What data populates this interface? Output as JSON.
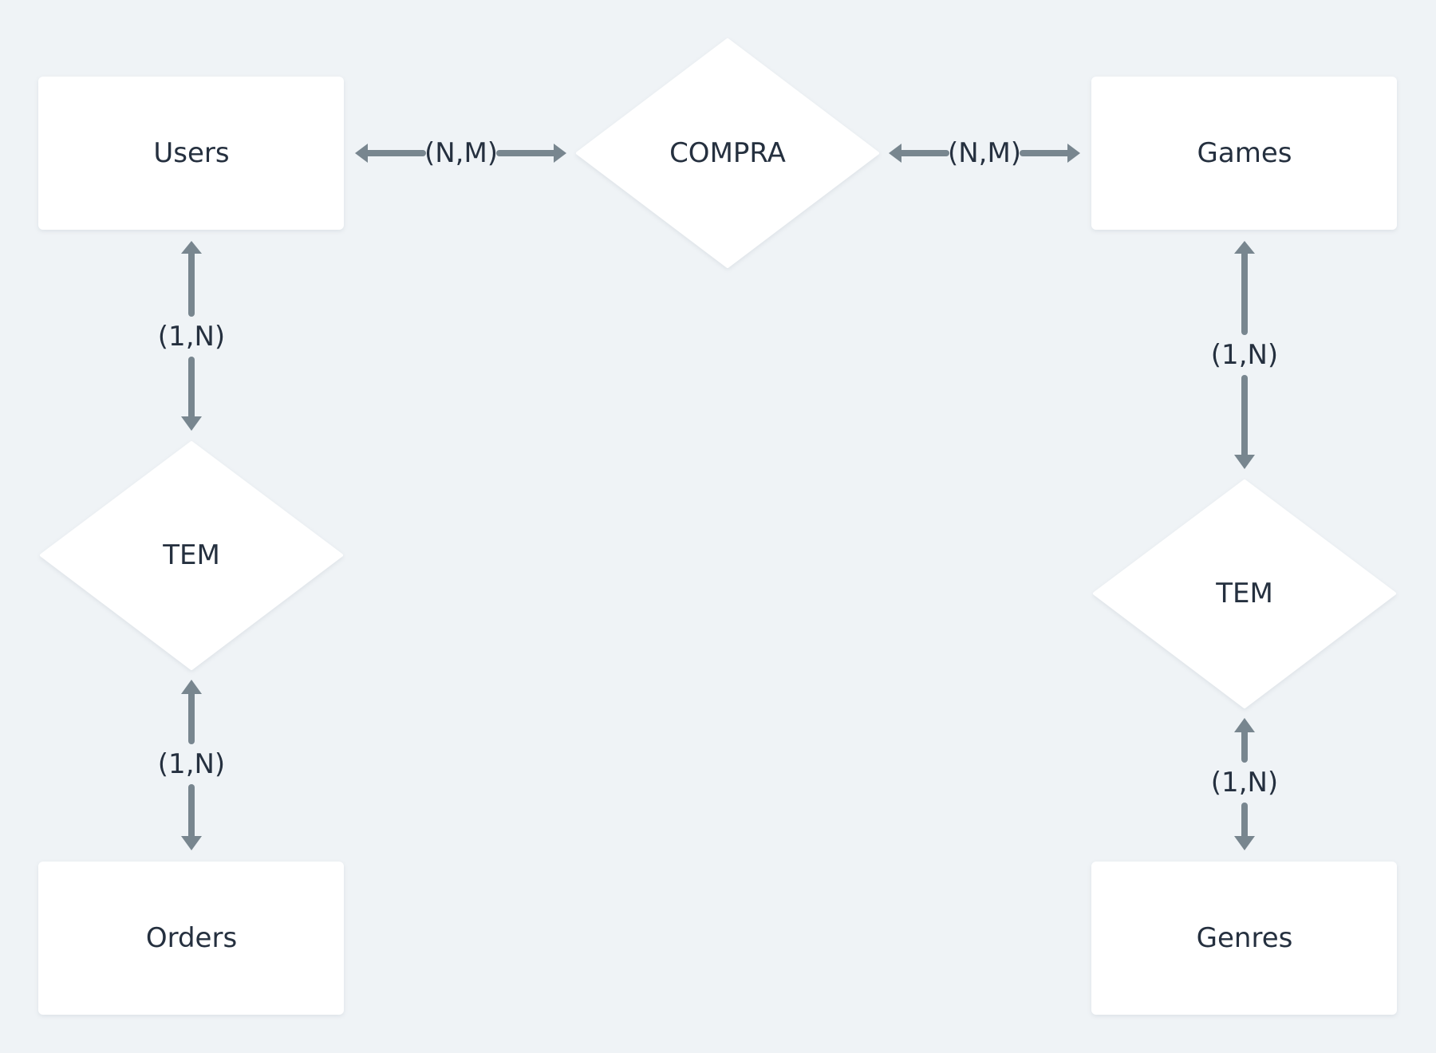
{
  "colors": {
    "background": "#eff3f6",
    "node_fill": "#ffffff",
    "connector": "#78868f",
    "text": "#25303f"
  },
  "entities": {
    "users": "Users",
    "games": "Games",
    "orders": "Orders",
    "genres": "Genres"
  },
  "relationships": {
    "compra": "COMPRA",
    "tem_left": "TEM",
    "tem_right": "TEM"
  },
  "cardinalities": {
    "users_compra": "(N,M)",
    "compra_games": "(N,M)",
    "users_tem": "(1,N)",
    "tem_orders": "(1,N)",
    "games_tem": "(1,N)",
    "tem_genres": "(1,N)"
  }
}
